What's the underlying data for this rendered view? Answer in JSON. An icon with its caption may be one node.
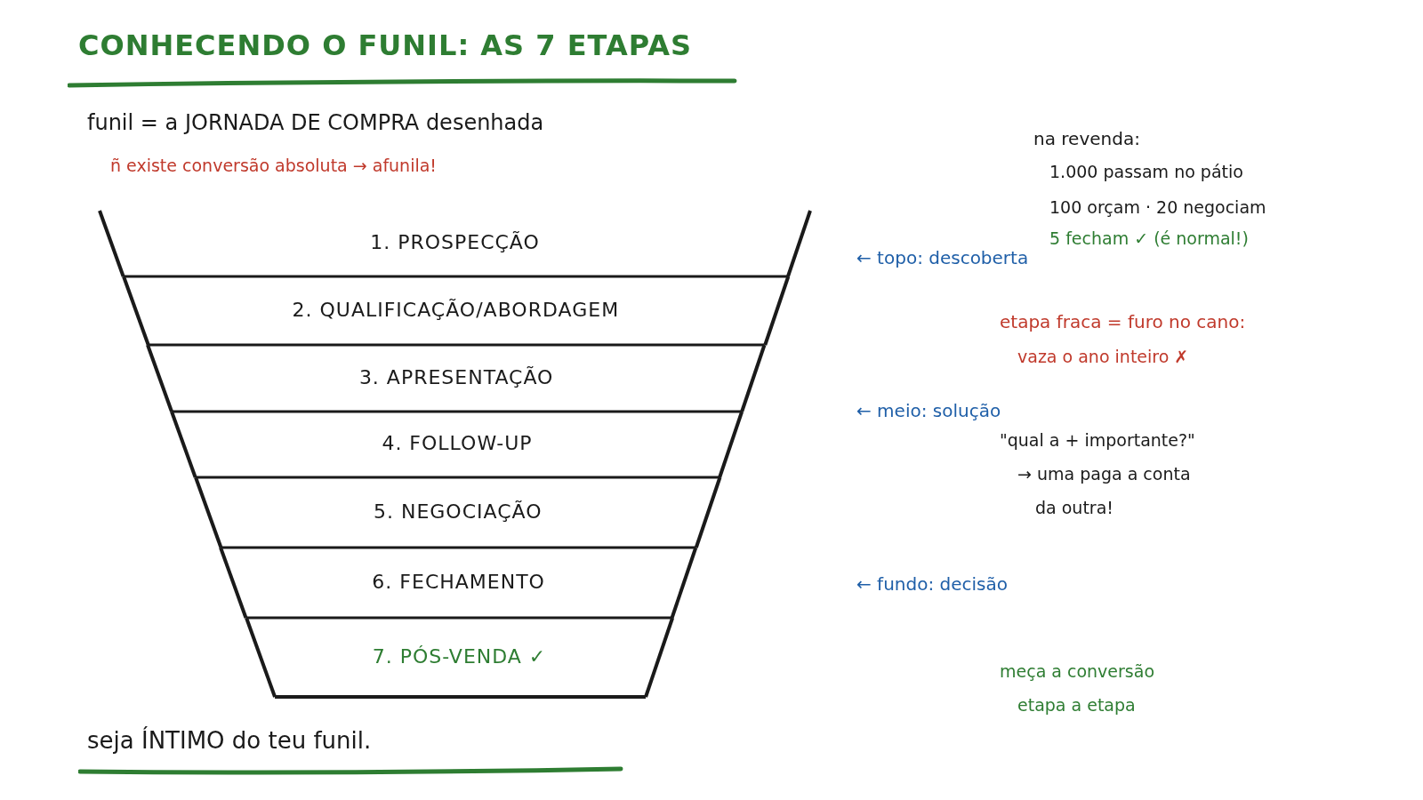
{
  "diagram": {
    "title": "CONHECENDO O FUNIL: AS 7 ETAPAS",
    "nodes": [
      {
        "text": [
          "1. PROSPECÇÃO"
        ]
      },
      {
        "text": [
          "2. QUALIFICAÇÃO/ABORDAGEM"
        ]
      },
      {
        "text": [
          "3. APRESENTAÇÃO"
        ]
      },
      {
        "text": [
          "4. FOLLOW-UP"
        ]
      },
      {
        "text": [
          "5. NEGOCIAÇÃO"
        ]
      },
      {
        "text": [
          "6. FECHAMENTO"
        ]
      },
      {
        "text": [
          "7. PÓS-VENDA ✓"
        ]
      }
    ],
    "edges": [],
    "labels": [
      "funil = a JORNADA DE COMPRA desenhada",
      "ñ existe conversão absoluta → afunila!",
      "na revenda:",
      "1.000 passam no pátio",
      "100 orçam · 20 negociam",
      "5 fecham ✓ (é normal!)",
      "← topo: descoberta",
      "etapa fraca = furo no cano:",
      "vaza o ano inteiro ✗",
      "← meio: solução",
      "\"qual a + importante?\"",
      "→ uma paga a conta",
      "da outra!",
      "← fundo: decisão",
      "meça a conversão",
      "etapa a etapa",
      "seja ÍNTIMO do teu funil."
    ]
  }
}
